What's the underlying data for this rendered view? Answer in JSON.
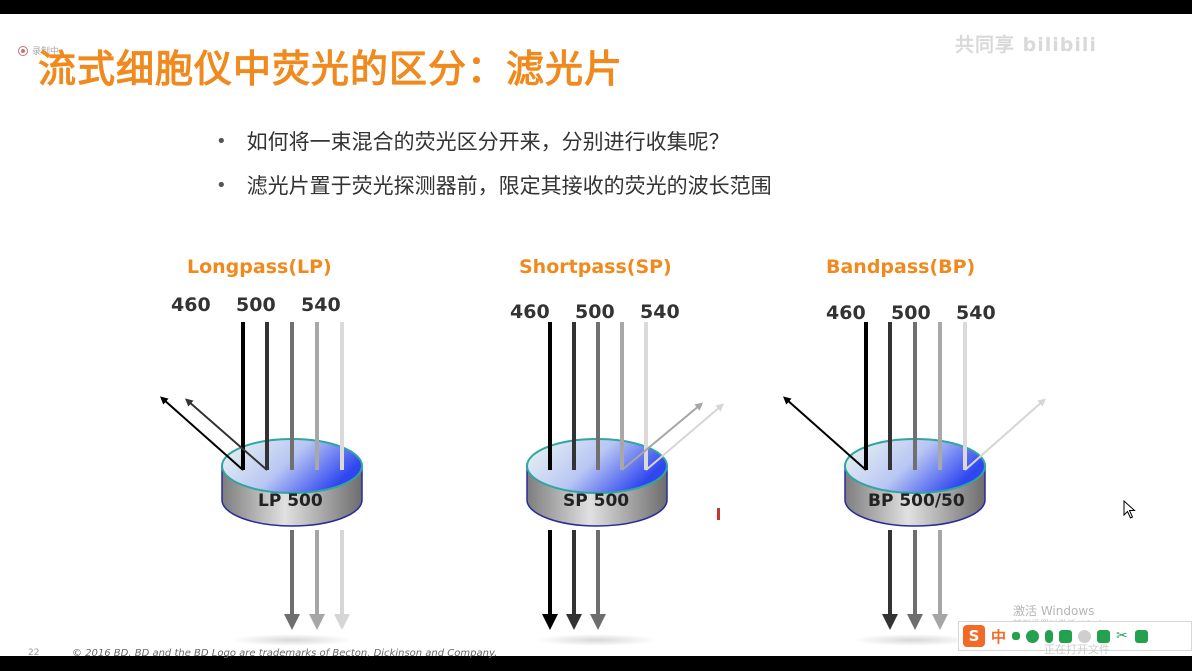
{
  "recording_label": "录制中",
  "title": "流式细胞仪中荧光的区分：滤光片",
  "watermark": "共同享 bilibili",
  "bullets": [
    "如何将一束混合的荧光区分开来，分别进行收集呢？",
    "滤光片置于荧光探测器前，限定其接收的荧光的波长范围"
  ],
  "filters": [
    {
      "title": "Longpass(LP)",
      "label": "LP 500",
      "wavelengths": [
        "460",
        "500",
        "540"
      ]
    },
    {
      "title": "Shortpass(SP)",
      "label": "SP 500",
      "wavelengths": [
        "460",
        "500",
        "540"
      ]
    },
    {
      "title": "Bandpass(BP)",
      "label": "BP 500/50",
      "wavelengths": [
        "460",
        "500",
        "540"
      ]
    }
  ],
  "windows_activation": {
    "line1": "激活 Windows",
    "line2": "转到设置以激活 Windows"
  },
  "ime": {
    "logo": "S",
    "mode": "中"
  },
  "status_text": "正在打开文件",
  "copyright": "© 2016 BD. BD and the BD Logo are trademarks of Becton, Dickinson and Company.",
  "page_number": "22",
  "icons": [
    "record-icon",
    "mouse-cursor-icon",
    "sogou-ime-icon",
    "punctuation-icon",
    "emoji-icon",
    "microphone-icon",
    "keyboard-icon",
    "user-icon",
    "skin-icon",
    "scissors-icon",
    "grid-icon"
  ]
}
